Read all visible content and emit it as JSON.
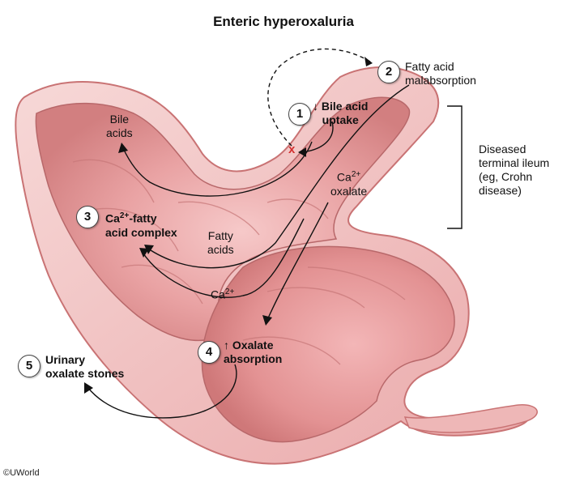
{
  "title": "Enteric hyperoxaluria",
  "steps": [
    {
      "number": "1",
      "label": "↓ Bile acid uptake",
      "line1": "↓ Bile acid",
      "line2": "uptake"
    },
    {
      "number": "2",
      "label": "Fatty acid malabsorption",
      "line1": "Fatty acid",
      "line2": "malabsorption"
    },
    {
      "number": "3",
      "label": "Ca2+-fatty acid complex",
      "line1_prefix": "Ca",
      "line1_sup": "2+",
      "line1_suffix": "-fatty",
      "line2": "acid complex"
    },
    {
      "number": "4",
      "label": "↑ Oxalate absorption",
      "line1": "↑ Oxalate",
      "line2": "absorption"
    },
    {
      "number": "5",
      "label": "Urinary oxalate stones",
      "line1": "Urinary",
      "line2": "oxalate stones"
    }
  ],
  "labels": {
    "bile_acids": [
      "Bile",
      "acids"
    ],
    "ca_oxalate": {
      "prefix": "Ca",
      "sup": "2+",
      "line2": "oxalate"
    },
    "fatty_acids": [
      "Fatty",
      "acids"
    ],
    "ca": {
      "prefix": "Ca",
      "sup": "2+"
    },
    "diseased_ileum": [
      "Diseased",
      "terminal ileum",
      "(eg, Crohn",
      "disease)"
    ],
    "block_mark": "x"
  },
  "credit": "©UWorld",
  "colors": {
    "tissue_outer": "#f2c3c2",
    "tissue_inner": "#e89a9b",
    "tissue_deep": "#d98586",
    "rim": "#c97374",
    "arrow": "#111111",
    "block": "#d32f2f"
  }
}
